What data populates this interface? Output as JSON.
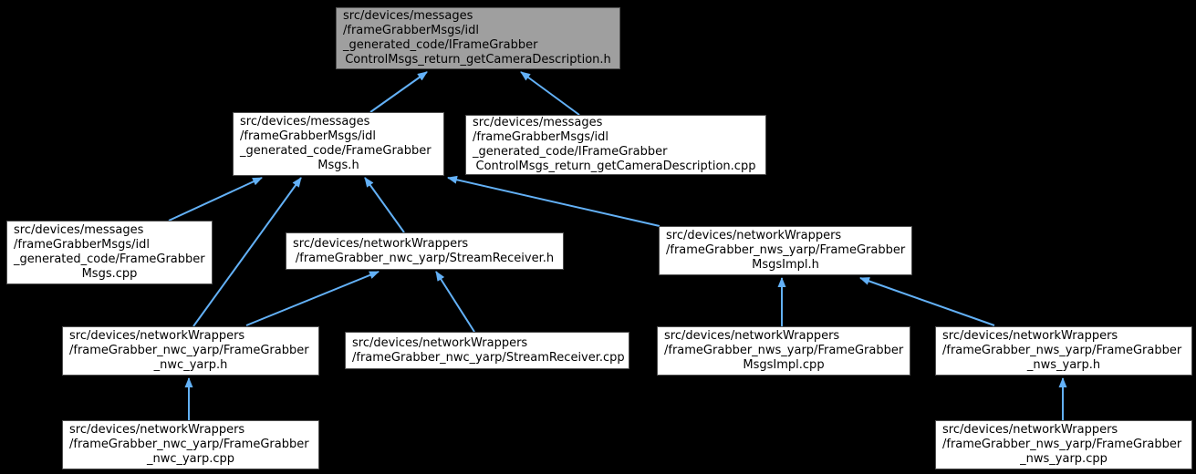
{
  "diagram": {
    "type": "include-dependency-graph",
    "colors": {
      "background": "#000000",
      "node_fill": "#ffffff",
      "node_border": "#4e4e4e",
      "current_node_fill": "#9f9f9f",
      "current_node_border": "#545454",
      "edge": "#63b1f7",
      "text": "#000000"
    },
    "nodes": {
      "top_h": {
        "body": "src/devices/messages\n/frameGrabberMsgs/idl\n_generated_code/IFrameGrabber",
        "tail": "ControlMsgs_return_getCameraDescription.h",
        "current": true
      },
      "fgmsgs_h": {
        "body": "src/devices/messages\n/frameGrabberMsgs/idl\n_generated_code/FrameGrabber",
        "tail": "Msgs.h"
      },
      "ifgcm_cpp": {
        "body": "src/devices/messages\n/frameGrabberMsgs/idl\n_generated_code/IFrameGrabber",
        "tail": "ControlMsgs_return_getCameraDescription.cpp"
      },
      "fgmsgs_cpp": {
        "body": "src/devices/messages\n/frameGrabberMsgs/idl\n_generated_code/FrameGrabber",
        "tail": "Msgs.cpp"
      },
      "streamreceiver_h": {
        "body": "src/devices/networkWrappers",
        "tail": "/frameGrabber_nwc_yarp/StreamReceiver.h"
      },
      "fgmsgsimpl_h": {
        "body": "src/devices/networkWrappers\n/frameGrabber_nws_yarp/FrameGrabber",
        "tail": "MsgsImpl.h"
      },
      "nwc_yarp_h": {
        "body": "src/devices/networkWrappers\n/frameGrabber_nwc_yarp/FrameGrabber",
        "tail": "_nwc_yarp.h"
      },
      "streamreceiver_cpp": {
        "body": "src/devices/networkWrappers",
        "tail": "/frameGrabber_nwc_yarp/StreamReceiver.cpp"
      },
      "fgmsgsimpl_cpp": {
        "body": "src/devices/networkWrappers\n/frameGrabber_nws_yarp/FrameGrabber",
        "tail": "MsgsImpl.cpp"
      },
      "nws_yarp_h": {
        "body": "src/devices/networkWrappers\n/frameGrabber_nws_yarp/FrameGrabber",
        "tail": "_nws_yarp.h"
      },
      "nwc_yarp_cpp": {
        "body": "src/devices/networkWrappers\n/frameGrabber_nwc_yarp/FrameGrabber",
        "tail": "_nwc_yarp.cpp"
      },
      "nws_yarp_cpp": {
        "body": "src/devices/networkWrappers\n/frameGrabber_nws_yarp/FrameGrabber",
        "tail": "_nws_yarp.cpp"
      }
    },
    "edges": [
      {
        "from": "fgmsgs_h",
        "to": "top_h"
      },
      {
        "from": "ifgcm_cpp",
        "to": "top_h"
      },
      {
        "from": "fgmsgs_cpp",
        "to": "fgmsgs_h"
      },
      {
        "from": "nwc_yarp_h",
        "to": "fgmsgs_h"
      },
      {
        "from": "streamreceiver_h",
        "to": "fgmsgs_h"
      },
      {
        "from": "fgmsgsimpl_h",
        "to": "fgmsgs_h"
      },
      {
        "from": "nwc_yarp_h",
        "to": "streamreceiver_h"
      },
      {
        "from": "streamreceiver_cpp",
        "to": "streamreceiver_h"
      },
      {
        "from": "fgmsgsimpl_cpp",
        "to": "fgmsgsimpl_h"
      },
      {
        "from": "nws_yarp_h",
        "to": "fgmsgsimpl_h"
      },
      {
        "from": "nwc_yarp_cpp",
        "to": "nwc_yarp_h"
      },
      {
        "from": "nws_yarp_cpp",
        "to": "nws_yarp_h"
      }
    ]
  }
}
